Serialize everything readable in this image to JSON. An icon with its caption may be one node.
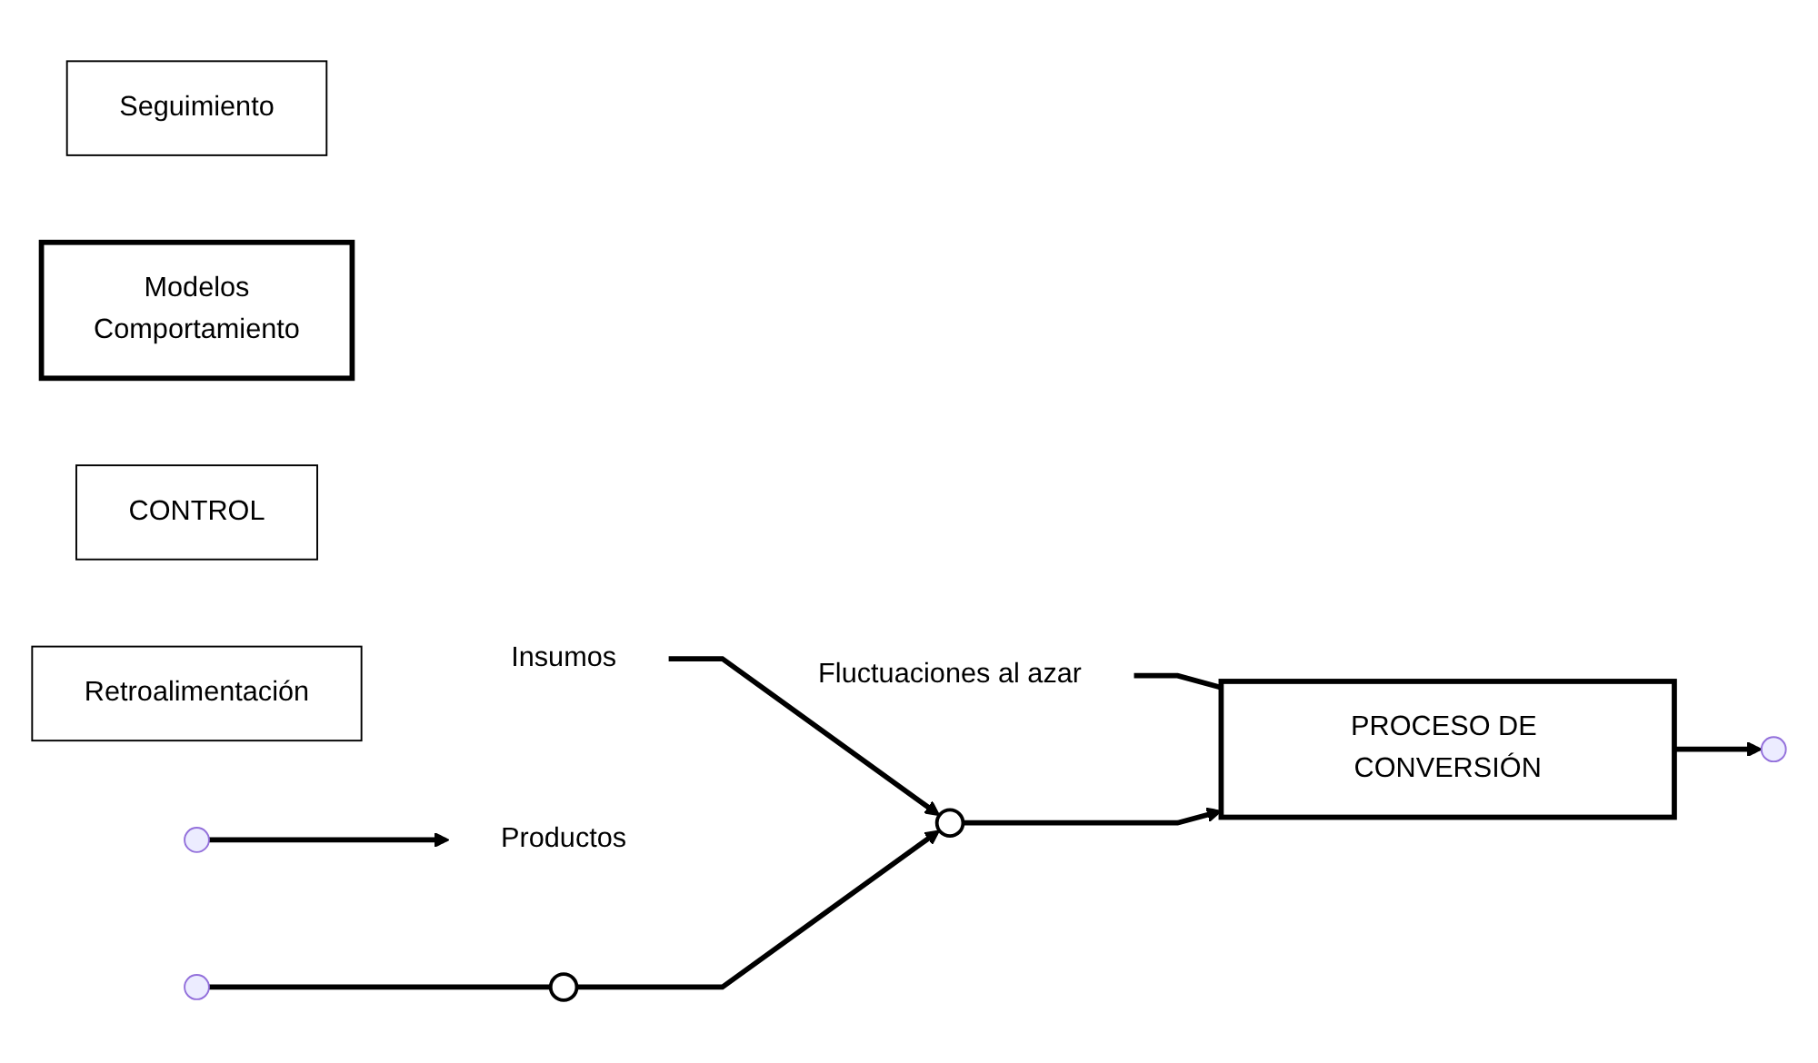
{
  "diagram": {
    "nodes": [
      {
        "text": [
          "Fluctuaciones al azar"
        ]
      },
      {
        "text": [
          "Insumos"
        ]
      },
      {
        "text": [],
        "shape": "circle"
      },
      {
        "text": [
          "PROCESO DE CONVERSIÓN"
        ]
      },
      {
        "text": [
          "Seguimiento"
        ]
      },
      {
        "text": [
          "Productos"
        ]
      },
      {
        "text": [
          "Modelos",
          "Comportamiento"
        ]
      },
      {
        "text": [],
        "shape": "circle"
      },
      {
        "text": [
          "CONTROL"
        ]
      },
      {
        "text": [
          "Retroalimentación"
        ]
      }
    ],
    "edges": [
      {
        "from": 0,
        "to": 3,
        "arrow": "none"
      },
      {
        "from": 1,
        "to": 2,
        "arrow": "to"
      },
      {
        "from": 2,
        "to": 3,
        "arrow": "to"
      },
      {
        "from": 3,
        "to": null,
        "arrow": "to"
      },
      {
        "from": null,
        "to": 5,
        "arrow": "to"
      },
      {
        "from": null,
        "to": 7,
        "arrow": "none"
      },
      {
        "from": 7,
        "to": 2,
        "arrow": "to"
      }
    ]
  }
}
